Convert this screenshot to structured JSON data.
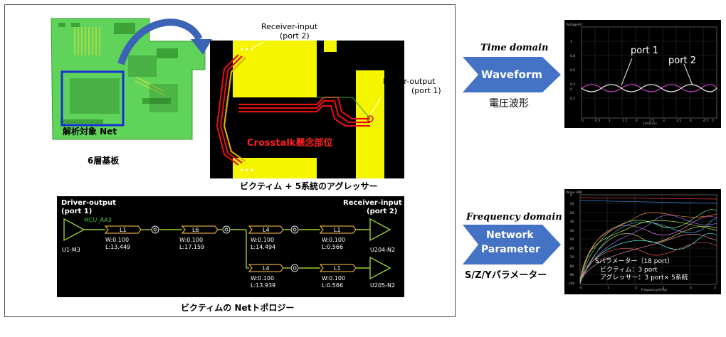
{
  "board": {
    "net_label": "解析対象 Net",
    "caption": "6層基板"
  },
  "pcb_zoom": {
    "receiver_label": "Receiver-input",
    "receiver_port": "(port 2)",
    "driver_label": "Driver-output",
    "driver_port": "(port 1)",
    "crosstalk_label": "Crosstalk懸念部位",
    "caption": "ビクティム + 5系統のアグレッサー"
  },
  "topology": {
    "driver_label": "Driver-output",
    "driver_port": "(port 1)",
    "receiver_label": "Receiver-input",
    "receiver_port": "(port 2)",
    "net_name": "MCU_AA3",
    "source_id": "U1-M3",
    "dest_top": "U204-N2",
    "dest_bottom": "U205-N2",
    "segments_top": [
      {
        "name": "L1",
        "w": "W:0.100",
        "l": "L:13.449"
      },
      {
        "name": "L6",
        "w": "W:0.100",
        "l": "L:17.159"
      },
      {
        "name": "L4",
        "w": "W:0.100",
        "l": "L:14.494"
      },
      {
        "name": "L1",
        "w": "W:0.100",
        "l": "L:0.566"
      }
    ],
    "segments_bottom": [
      {
        "name": "L4",
        "w": "W:0.100",
        "l": "L:13.939"
      },
      {
        "name": "L1",
        "w": "W:0.100",
        "l": "L:0.566"
      }
    ],
    "caption": "ビクティムの Netトポロジー"
  },
  "time_domain": {
    "heading": "Time domain",
    "arrow_label": "Waveform",
    "caption": "電圧波形",
    "ylabel": "Voltage(V)",
    "xlabel": "Time(ns)",
    "port1_label": "port 1",
    "port2_label": "port 2",
    "yticks": [
      "1",
      "0.8",
      "0.6",
      "0.4",
      "0.2",
      "0",
      "-0.2"
    ],
    "xticks": [
      "0",
      "0.5",
      "1",
      "1.5",
      "2",
      "2.5",
      "3",
      "3.5",
      "4",
      "4.5",
      "5"
    ]
  },
  "freq_domain": {
    "heading": "Frequency domain",
    "arrow_label_1": "Network",
    "arrow_label_2": "Parameter",
    "caption": "S/Z/Yパラメーター",
    "ylabel": "Value (dB)",
    "xlabel": "Frequency(GHz)",
    "note_1": "Sパラメーター（18 port）",
    "note_2": "ビクティム：3 port",
    "note_3": "アグレッサー：3 port× 5系統",
    "yticks": [
      "0",
      "-10",
      "-20",
      "-30",
      "-40",
      "-50",
      "-60",
      "-70",
      "-80",
      "-90",
      "-100"
    ],
    "xticks": [
      "0",
      "1",
      "2",
      "3",
      "4",
      "5"
    ]
  },
  "colors": {
    "pcb_green": "#5fd35a",
    "arrow_blue": "#4472c4",
    "trace_red": "#e01010",
    "pad_yellow": "#f5f500",
    "topo_green": "#9acd32",
    "victim_magenta": "#c040c0"
  }
}
